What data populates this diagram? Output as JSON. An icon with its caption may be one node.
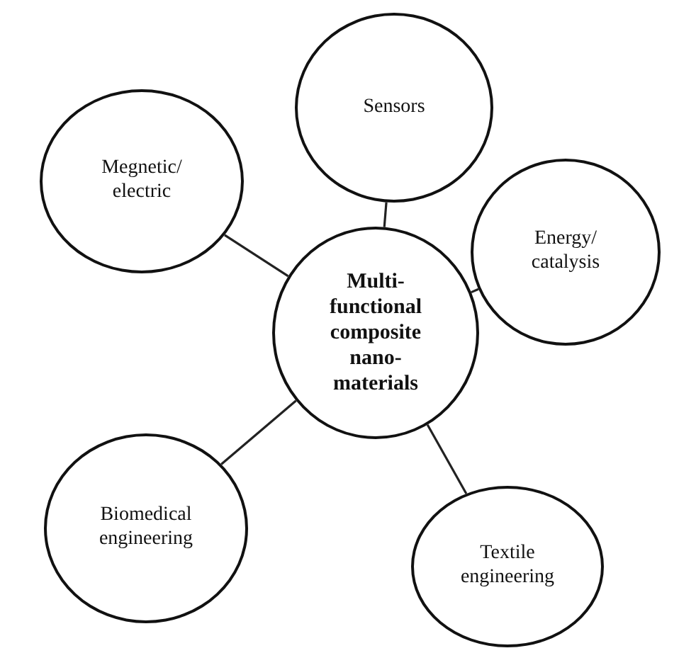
{
  "diagram": {
    "nodes": [
      {
        "text": [
          "Sensors"
        ]
      },
      {
        "text": [
          "Megnetic/ electric"
        ]
      },
      {
        "text": [
          "Energy/ catalysis"
        ]
      },
      {
        "text": [
          "Multi-functional composite nano-materials"
        ]
      },
      {
        "text": [
          "Biomedical engineering"
        ]
      },
      {
        "text": [
          "Textile engineering"
        ]
      }
    ],
    "edges": [
      {
        "from": 3,
        "to": 0,
        "arrow": "none"
      },
      {
        "from": 3,
        "to": 1,
        "arrow": "none"
      },
      {
        "from": 3,
        "to": 2,
        "arrow": "none"
      },
      {
        "from": 3,
        "to": 4,
        "arrow": "none"
      },
      {
        "from": 3,
        "to": 5,
        "arrow": "none"
      }
    ]
  }
}
